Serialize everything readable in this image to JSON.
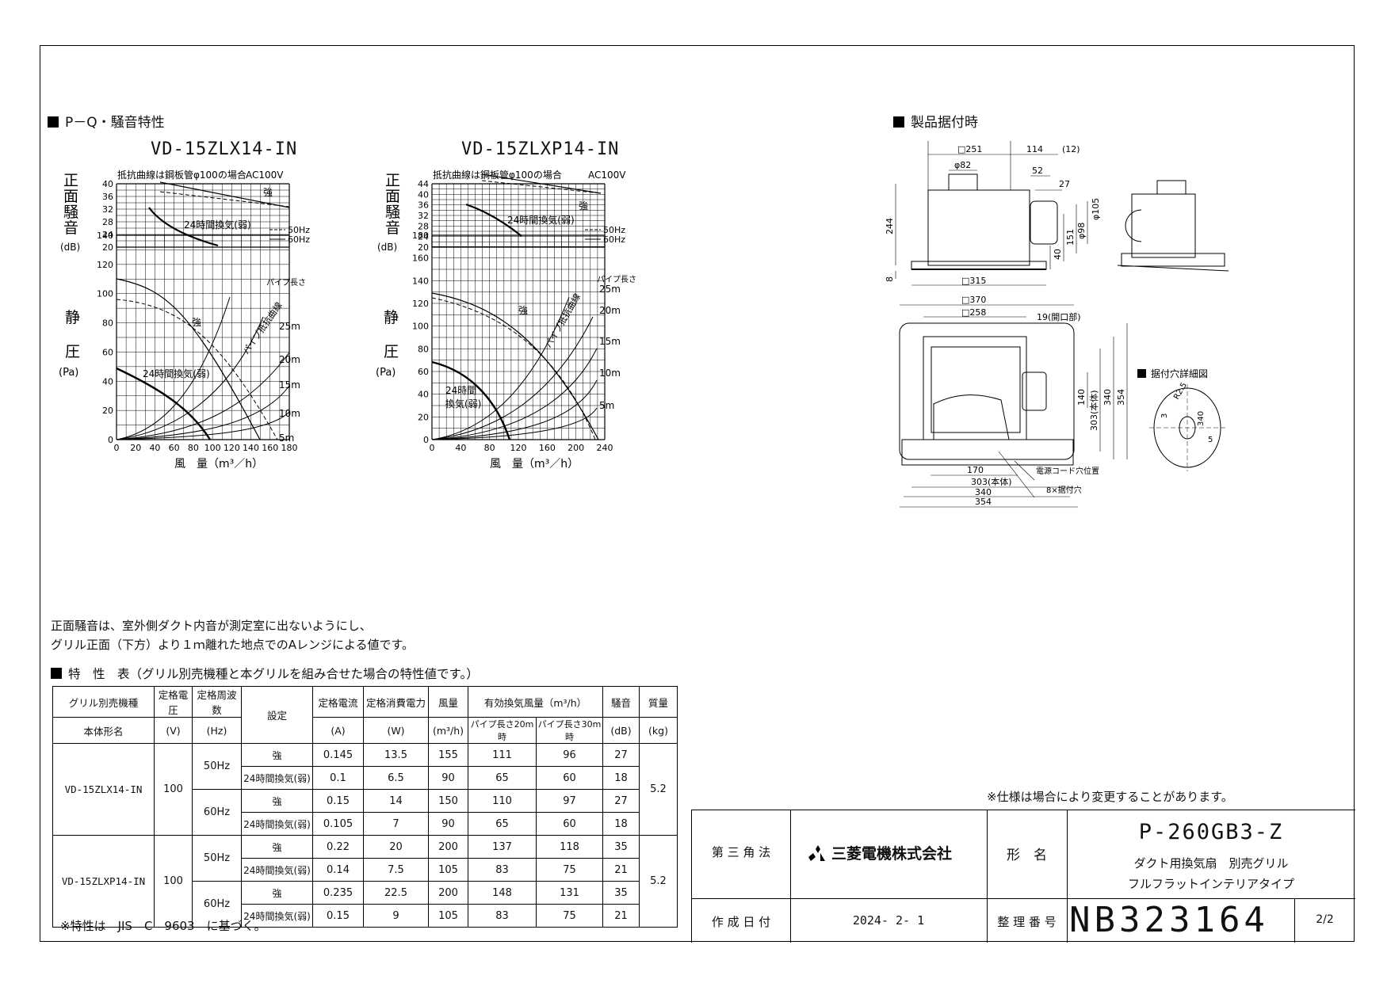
{
  "sections": {
    "pq_title": "P－Q・騒音特性",
    "install_title": "製品据付時",
    "hole_title": "据付穴詳細図"
  },
  "chart1": {
    "model": "VD-15ZLX14-IN",
    "condition": "抵抗曲線は鋼板管φ100の場合",
    "voltage": "AC100V",
    "noise_label_chars": [
      "正",
      "面",
      "騒",
      "音"
    ],
    "noise_unit": "(dB)",
    "noise_ticks": [
      "40",
      "36",
      "32",
      "28",
      "24",
      "20"
    ],
    "noise_strong": "強",
    "noise_weak": "24時間換気(弱)",
    "legend_50": "50Hz",
    "legend_60": "60Hz",
    "pressure_label_chars": [
      "静",
      "圧"
    ],
    "pressure_unit": "(Pa)",
    "pressure_ticks": [
      "140",
      "120",
      "100",
      "80",
      "60",
      "40",
      "20",
      "0"
    ],
    "x_ticks": [
      "0",
      "20",
      "40",
      "60",
      "80",
      "100",
      "120",
      "140",
      "160",
      "180"
    ],
    "pipe_len_label": "パイプ長さ",
    "pipe_lengths": [
      "25m",
      "20m",
      "15m",
      "10m",
      "5m"
    ],
    "resistance_label": "パイプ抵抗曲線",
    "pq_strong": "強",
    "pq_weak": "24時間換気(弱)",
    "xlabel": "風　量（m³／h）"
  },
  "chart2": {
    "model": "VD-15ZLXP14-IN",
    "condition": "抵抗曲線は鋼板管φ100の場合",
    "voltage": "AC100V",
    "noise_label_chars": [
      "正",
      "面",
      "騒",
      "音"
    ],
    "noise_unit": "(dB)",
    "noise_ticks": [
      "44",
      "40",
      "36",
      "32",
      "28",
      "24",
      "20"
    ],
    "noise_strong": "強",
    "noise_weak": "24時間換気(弱)",
    "legend_50": "50Hz",
    "legend_60": "60Hz",
    "pressure_label_chars": [
      "静",
      "圧"
    ],
    "pressure_unit": "(Pa)",
    "pressure_ticks": [
      "180",
      "160",
      "140",
      "120",
      "100",
      "80",
      "60",
      "40",
      "20",
      "0"
    ],
    "x_ticks": [
      "0",
      "40",
      "80",
      "120",
      "160",
      "200",
      "240"
    ],
    "pipe_len_label": "パイプ長さ",
    "pipe_lengths": [
      "25m",
      "20m",
      "15m",
      "10m",
      "5m"
    ],
    "resistance_label": "パイプ抵抗曲線",
    "pq_strong": "強",
    "pq_weak_1": "24時間",
    "pq_weak_2": "換気(弱)",
    "xlabel": "風　量（m³／h）"
  },
  "notes": {
    "noise_note_1": "正面騒音は、室外側ダクト内音が測定室に出ないようにし、",
    "noise_note_2": "グリル正面（下方）より１ｍ離れた地点でのAレンジによる値です。",
    "table_title": "特　性　表（グリル別売機種と本グリルを組み合せた場合の特性値です。）",
    "jis_note": "※特性は　JIS　C　9603　に基づく。",
    "spec_change": "※仕様は場合により変更することがあります。"
  },
  "spec_table": {
    "headers": {
      "model_1": "グリル別売機種",
      "model_2": "本体形名",
      "voltage_1": "定格電圧",
      "voltage_2": "(V)",
      "freq_1": "定格周波数",
      "freq_2": "(Hz)",
      "setting": "設定",
      "current_1": "定格電流",
      "current_2": "(A)",
      "power_1": "定格消費電力",
      "power_2": "(W)",
      "flow_1": "風量",
      "flow_2": "(m³/h)",
      "eff_flow": "有効換気風量（m³/h）",
      "pipe20": "パイプ長さ20m時",
      "pipe30": "パイプ長さ30m時",
      "noise_1": "騒音",
      "noise_2": "(dB)",
      "mass_1": "質量",
      "mass_2": "(kg)"
    },
    "groups": [
      {
        "model": "VD-15ZLX14-IN",
        "voltage": "100",
        "mass": "5.2",
        "freqs": [
          {
            "hz": "50Hz",
            "rows": [
              {
                "setting": "強",
                "current": "0.145",
                "power": "13.5",
                "flow": "155",
                "p20": "111",
                "p30": "96",
                "noise": "27"
              },
              {
                "setting": "24時間換気(弱)",
                "current": "0.1",
                "power": "6.5",
                "flow": "90",
                "p20": "65",
                "p30": "60",
                "noise": "18"
              }
            ]
          },
          {
            "hz": "60Hz",
            "rows": [
              {
                "setting": "強",
                "current": "0.15",
                "power": "14",
                "flow": "150",
                "p20": "110",
                "p30": "97",
                "noise": "27"
              },
              {
                "setting": "24時間換気(弱)",
                "current": "0.105",
                "power": "7",
                "flow": "90",
                "p20": "65",
                "p30": "60",
                "noise": "18"
              }
            ]
          }
        ]
      },
      {
        "model": "VD-15ZLXP14-IN",
        "voltage": "100",
        "mass": "5.2",
        "freqs": [
          {
            "hz": "50Hz",
            "rows": [
              {
                "setting": "強",
                "current": "0.22",
                "power": "20",
                "flow": "200",
                "p20": "137",
                "p30": "118",
                "noise": "35"
              },
              {
                "setting": "24時間換気(弱)",
                "current": "0.14",
                "power": "7.5",
                "flow": "105",
                "p20": "83",
                "p30": "75",
                "noise": "21"
              }
            ]
          },
          {
            "hz": "60Hz",
            "rows": [
              {
                "setting": "強",
                "current": "0.235",
                "power": "22.5",
                "flow": "200",
                "p20": "148",
                "p30": "131",
                "noise": "35"
              },
              {
                "setting": "24時間換気(弱)",
                "current": "0.15",
                "power": "9",
                "flow": "105",
                "p20": "83",
                "p30": "75",
                "noise": "21"
              }
            ]
          }
        ]
      }
    ]
  },
  "dims": {
    "d251": "□251",
    "d114": "114",
    "d12": "(12)",
    "d82": "φ82",
    "d52": "52",
    "d27": "27",
    "d244": "244",
    "d98": "φ98",
    "d105": "φ105",
    "d151": "151",
    "d40": "40",
    "d8": "8",
    "d315": "□315",
    "d370": "□370",
    "d258": "□258",
    "d19": "19(開口部)",
    "d140": "140",
    "d303v": "303(本体)",
    "d340v": "340",
    "d354v": "354",
    "d170": "170",
    "d303h": "303(本体)",
    "d340h": "340",
    "d354h": "354",
    "cord": "電源コード穴位置",
    "holes": "8×据付穴",
    "h_r2": "R2.5",
    "h_3": "3",
    "h_340": "340",
    "h_5": "5"
  },
  "title_block": {
    "projection": "第 三 角 法",
    "company": "三菱電機株式会社",
    "model_label": "形　名",
    "model": "P-260GB3-Z",
    "desc_1": "ダクト用換気扇　別売グリル",
    "desc_2": "フルフラットインテリアタイプ",
    "date_label": "作 成 日 付",
    "date": "2024- 2- 1",
    "number_label": "整 理 番 号",
    "number": "NB323164",
    "page": "2/2"
  }
}
